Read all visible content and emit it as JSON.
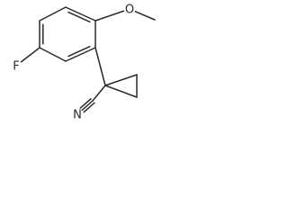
{
  "molecule": {
    "atoms": [
      {
        "id": "ring-c1",
        "label": ""
      },
      {
        "id": "ring-c2",
        "label": ""
      },
      {
        "id": "ring-c3",
        "label": ""
      },
      {
        "id": "ring-c4",
        "label": ""
      },
      {
        "id": "ring-c5",
        "label": ""
      },
      {
        "id": "ring-c6",
        "label": ""
      },
      {
        "id": "methoxy-oxygen",
        "label": "O"
      },
      {
        "id": "methyl-carbon",
        "label": ""
      },
      {
        "id": "fluorine",
        "label": "F"
      },
      {
        "id": "cyclopropane-quaternary-carbon",
        "label": ""
      },
      {
        "id": "cyclopropane-carbon-a",
        "label": ""
      },
      {
        "id": "cyclopropane-carbon-b",
        "label": ""
      },
      {
        "id": "nitrile-carbon",
        "label": ""
      },
      {
        "id": "nitrile-nitrogen",
        "label": "N"
      }
    ],
    "bonds": [
      {
        "id": "bond-c1-c2",
        "from": "ring-c1",
        "to": "ring-c2",
        "order": 2
      },
      {
        "id": "bond-c2-c3",
        "from": "ring-c2",
        "to": "ring-c3",
        "order": 1
      },
      {
        "id": "bond-c3-c4",
        "from": "ring-c3",
        "to": "ring-c4",
        "order": 2
      },
      {
        "id": "bond-c4-c5",
        "from": "ring-c4",
        "to": "ring-c5",
        "order": 1
      },
      {
        "id": "bond-c5-c6",
        "from": "ring-c5",
        "to": "ring-c6",
        "order": 2
      },
      {
        "id": "bond-c6-c1",
        "from": "ring-c6",
        "to": "ring-c1",
        "order": 1
      },
      {
        "id": "bond-c1-o",
        "from": "ring-c1",
        "to": "methoxy-oxygen",
        "order": 1
      },
      {
        "id": "bond-o-ch3",
        "from": "methoxy-oxygen",
        "to": "methyl-carbon",
        "order": 1
      },
      {
        "id": "bond-c4-f",
        "from": "ring-c4",
        "to": "fluorine",
        "order": 1
      },
      {
        "id": "bond-c6-cq",
        "from": "ring-c6",
        "to": "cyclopropane-quaternary-carbon",
        "order": 1
      },
      {
        "id": "bond-cq-ca",
        "from": "cyclopropane-quaternary-carbon",
        "to": "cyclopropane-carbon-a",
        "order": 1
      },
      {
        "id": "bond-ca-cb",
        "from": "cyclopropane-carbon-a",
        "to": "cyclopropane-carbon-b",
        "order": 1
      },
      {
        "id": "bond-cb-cq",
        "from": "cyclopropane-carbon-b",
        "to": "cyclopropane-quaternary-carbon",
        "order": 1
      },
      {
        "id": "bond-cq-cn",
        "from": "cyclopropane-quaternary-carbon",
        "to": "nitrile-carbon",
        "order": 1
      },
      {
        "id": "bond-cn-n",
        "from": "nitrile-carbon",
        "to": "nitrile-nitrogen",
        "order": 3
      }
    ]
  }
}
